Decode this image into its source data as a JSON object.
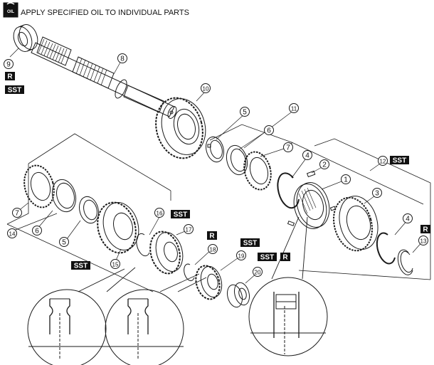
{
  "header": {
    "icon_label": "OIL",
    "text": "APPLY SPECIFIED OIL TO INDIVIDUAL PARTS"
  },
  "callouts": {
    "c1": "1",
    "c2": "2",
    "c3": "3",
    "c4a": "4",
    "c4b": "4",
    "c5a": "5",
    "c5b": "5",
    "c6a": "6",
    "c6b": "6",
    "c7a": "7",
    "c7b": "7",
    "c8": "8",
    "c9": "9",
    "c10": "10",
    "c11": "11",
    "c12": "12",
    "c13": "13",
    "c14": "14",
    "c15": "15",
    "c16": "16",
    "c17": "17",
    "c18": "18",
    "c19": "19",
    "c20": "20"
  },
  "tags": {
    "r": "R",
    "sst": "SST"
  },
  "colors": {
    "line": "#1a1a1a",
    "tag_fill": "#111111",
    "tag_text": "#ffffff",
    "background": "#ffffff"
  },
  "icons": {
    "oil_can": "oil-can-icon"
  }
}
